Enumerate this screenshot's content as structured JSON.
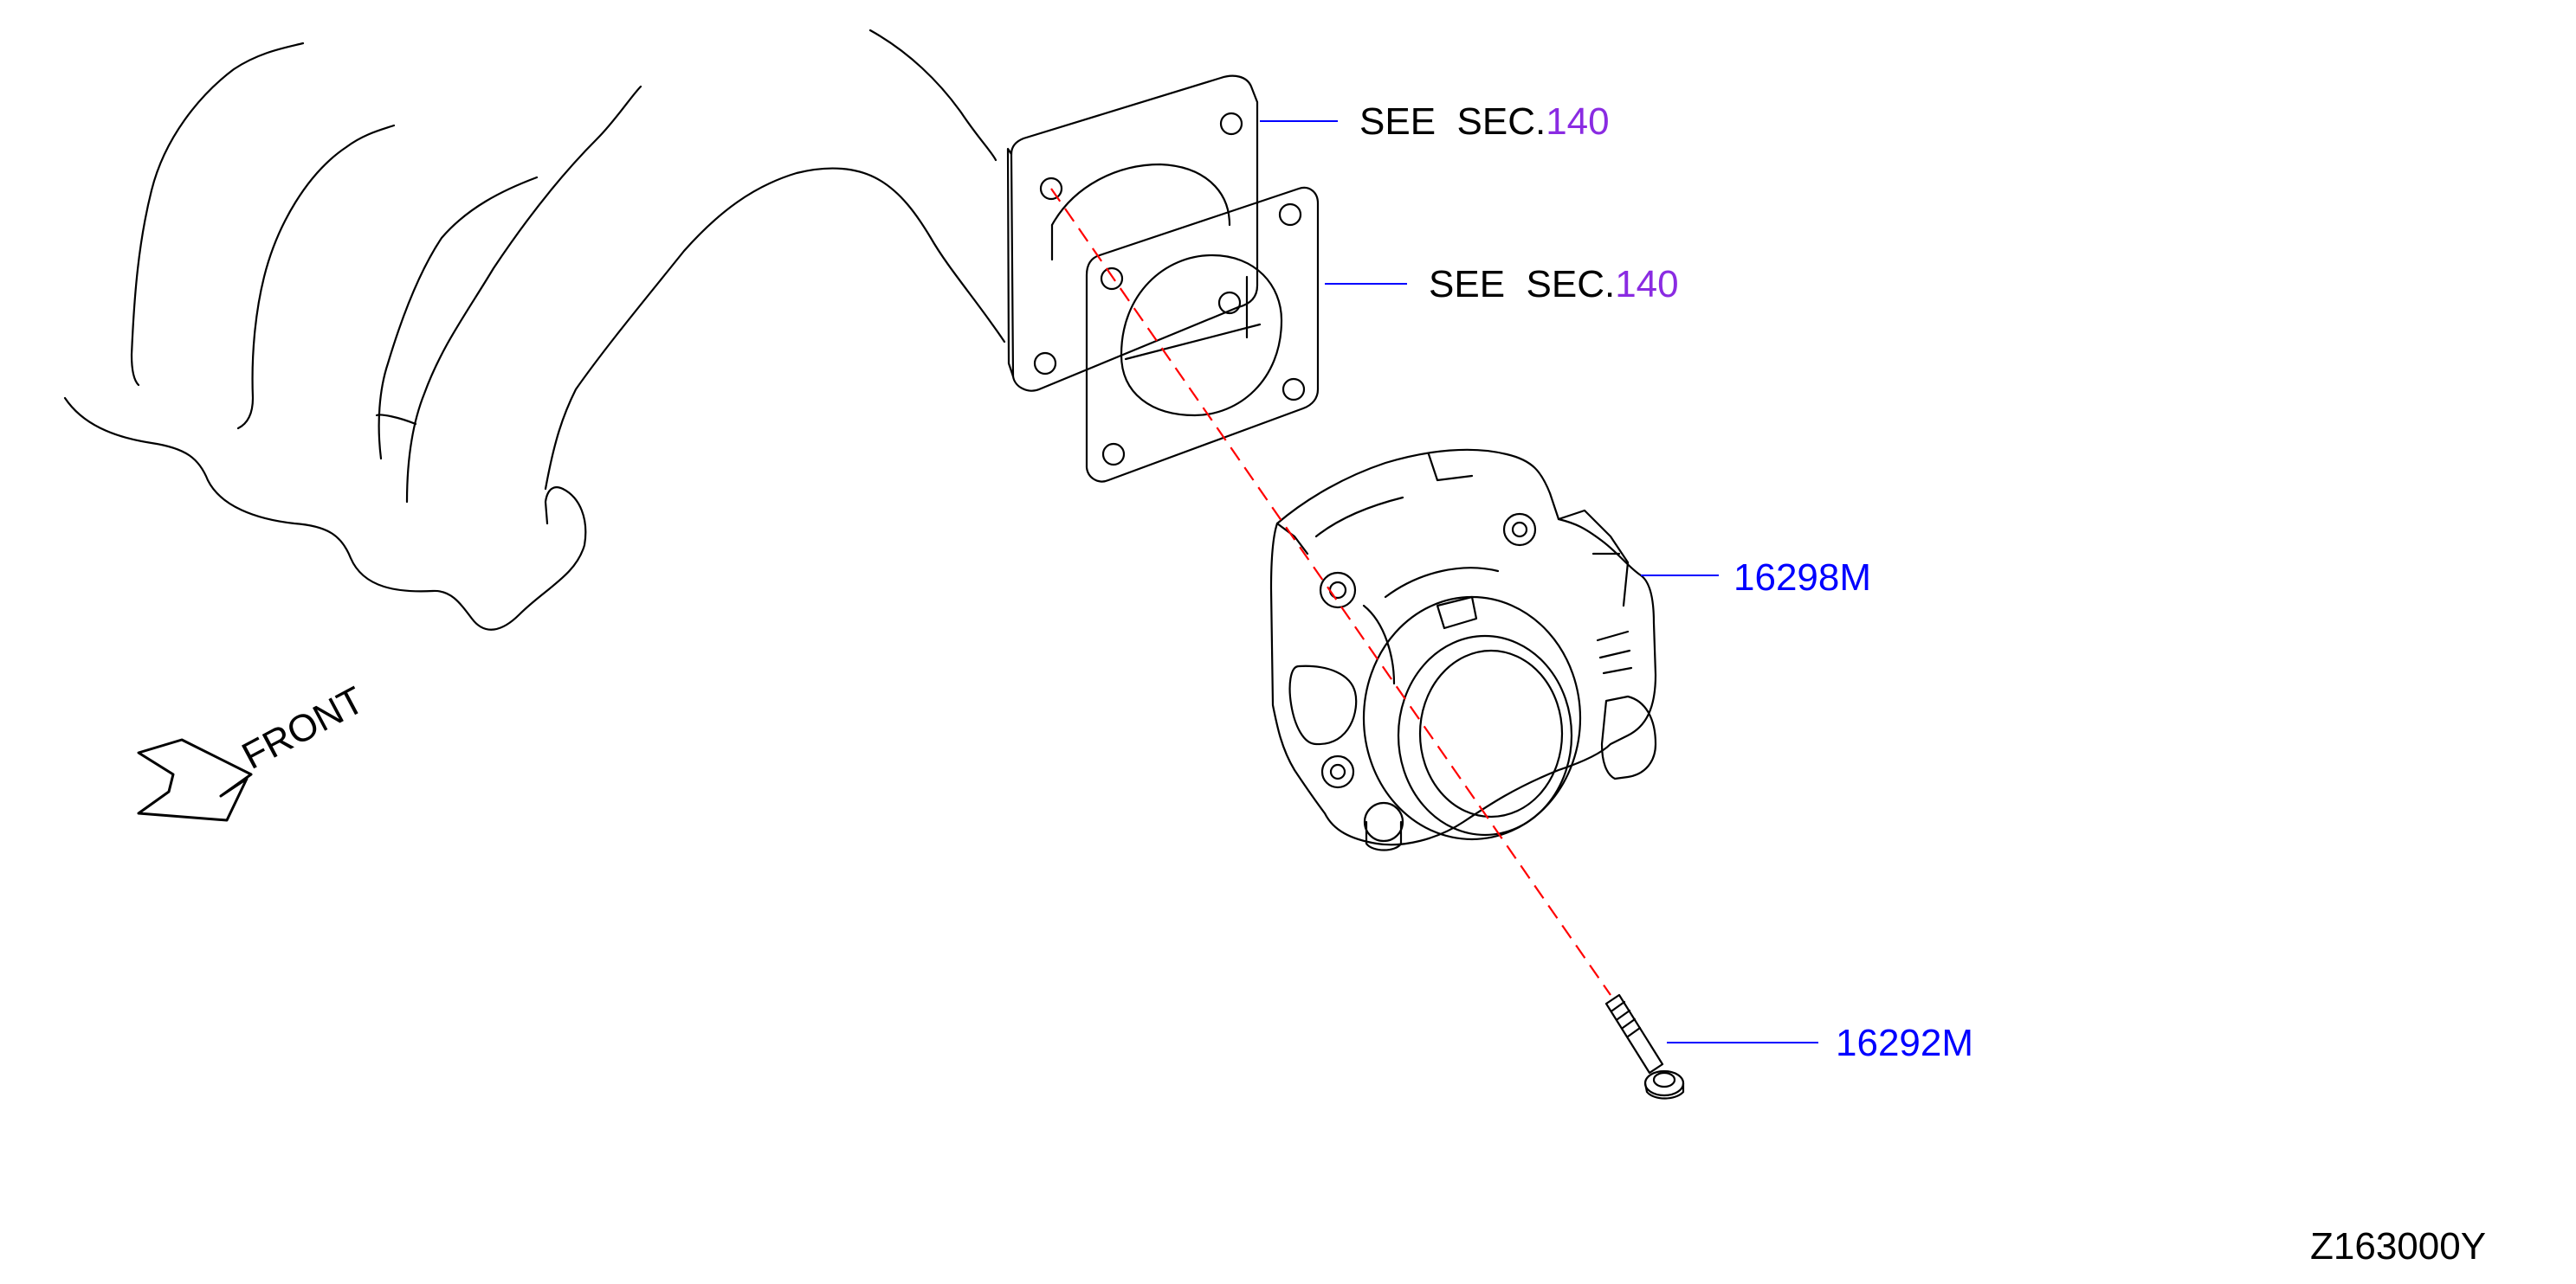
{
  "callouts": {
    "upper_gasket": {
      "prefix": "SEE  SEC.",
      "link": "140"
    },
    "lower_gasket": {
      "prefix": "SEE  SEC.",
      "link": "140"
    },
    "throttle_body": {
      "part_number": "16298M"
    },
    "bolt": {
      "part_number": "16292M"
    }
  },
  "direction_label": "FRONT",
  "figure_id": "Z163000Y",
  "colors": {
    "part_number": "#0000ff",
    "section_link": "#8a2be2",
    "centerline": "#ff0000",
    "linework": "#000000"
  }
}
